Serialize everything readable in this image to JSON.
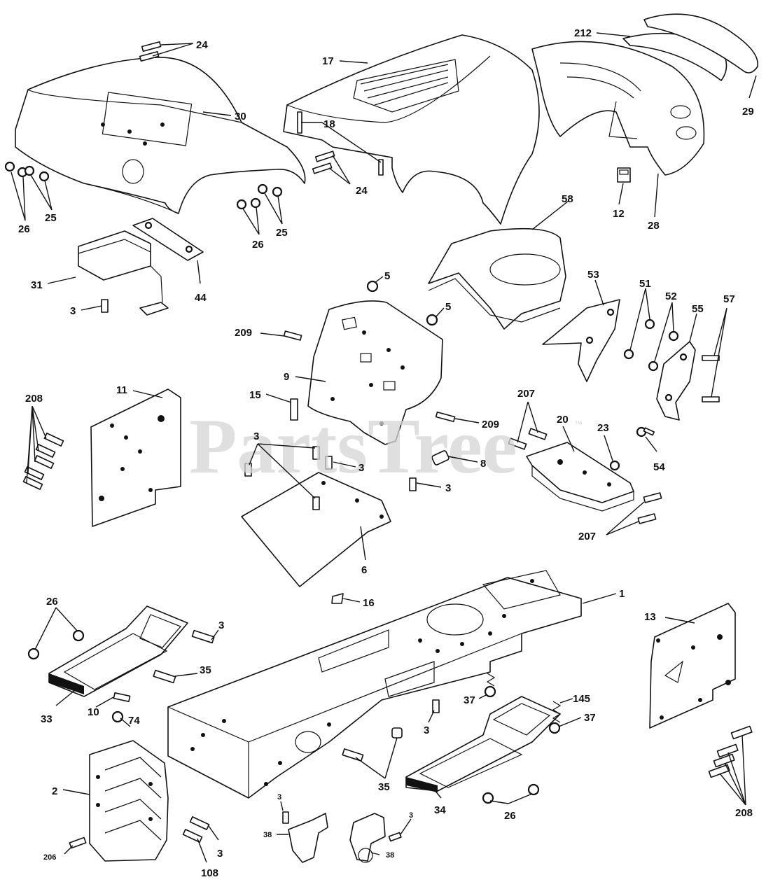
{
  "watermark": {
    "text": "PartsTree",
    "trademark": "™",
    "color": "#d4d4d4"
  },
  "callouts": [
    {
      "id": "c24a",
      "label": "24"
    },
    {
      "id": "c30",
      "label": "30"
    },
    {
      "id": "c26a",
      "label": "26"
    },
    {
      "id": "c25a",
      "label": "25"
    },
    {
      "id": "c26b",
      "label": "26"
    },
    {
      "id": "c25b",
      "label": "25"
    },
    {
      "id": "c31",
      "label": "31"
    },
    {
      "id": "c44",
      "label": "44"
    },
    {
      "id": "c3a",
      "label": "3"
    },
    {
      "id": "c17",
      "label": "17"
    },
    {
      "id": "c18",
      "label": "18"
    },
    {
      "id": "c24b",
      "label": "24"
    },
    {
      "id": "c212",
      "label": "212"
    },
    {
      "id": "c29",
      "label": "29"
    },
    {
      "id": "c12",
      "label": "12"
    },
    {
      "id": "c28",
      "label": "28"
    },
    {
      "id": "c58",
      "label": "58"
    },
    {
      "id": "c5a",
      "label": "5"
    },
    {
      "id": "c5b",
      "label": "5"
    },
    {
      "id": "c209a",
      "label": "209"
    },
    {
      "id": "c9",
      "label": "9"
    },
    {
      "id": "c15",
      "label": "15"
    },
    {
      "id": "c209b",
      "label": "209"
    },
    {
      "id": "c53",
      "label": "53"
    },
    {
      "id": "c51",
      "label": "51"
    },
    {
      "id": "c52",
      "label": "52"
    },
    {
      "id": "c55",
      "label": "55"
    },
    {
      "id": "c57",
      "label": "57"
    },
    {
      "id": "c208a",
      "label": "208"
    },
    {
      "id": "c11",
      "label": "11"
    },
    {
      "id": "c3b",
      "label": "3"
    },
    {
      "id": "c3c",
      "label": "3"
    },
    {
      "id": "c8",
      "label": "8"
    },
    {
      "id": "c3d",
      "label": "3"
    },
    {
      "id": "c207a",
      "label": "207"
    },
    {
      "id": "c20",
      "label": "20"
    },
    {
      "id": "c23",
      "label": "23"
    },
    {
      "id": "c54",
      "label": "54"
    },
    {
      "id": "c207b",
      "label": "207"
    },
    {
      "id": "c6",
      "label": "6"
    },
    {
      "id": "c16",
      "label": "16"
    },
    {
      "id": "c1",
      "label": "1"
    },
    {
      "id": "c13",
      "label": "13"
    },
    {
      "id": "c26c",
      "label": "26"
    },
    {
      "id": "c3e",
      "label": "3"
    },
    {
      "id": "c35a",
      "label": "35"
    },
    {
      "id": "c33",
      "label": "33"
    },
    {
      "id": "c10",
      "label": "10"
    },
    {
      "id": "c74",
      "label": "74"
    },
    {
      "id": "c37a",
      "label": "37"
    },
    {
      "id": "c145",
      "label": "145"
    },
    {
      "id": "c37b",
      "label": "37"
    },
    {
      "id": "c3f",
      "label": "3"
    },
    {
      "id": "c35b",
      "label": "35"
    },
    {
      "id": "c34",
      "label": "34"
    },
    {
      "id": "c26d",
      "label": "26"
    },
    {
      "id": "c208b",
      "label": "208"
    },
    {
      "id": "c2",
      "label": "2"
    },
    {
      "id": "c206",
      "label": "206"
    },
    {
      "id": "c3g",
      "label": "3"
    },
    {
      "id": "c108",
      "label": "108"
    },
    {
      "id": "c3h",
      "label": "3"
    },
    {
      "id": "c38a",
      "label": "38"
    },
    {
      "id": "c3i",
      "label": "3"
    },
    {
      "id": "c38b",
      "label": "38"
    }
  ]
}
